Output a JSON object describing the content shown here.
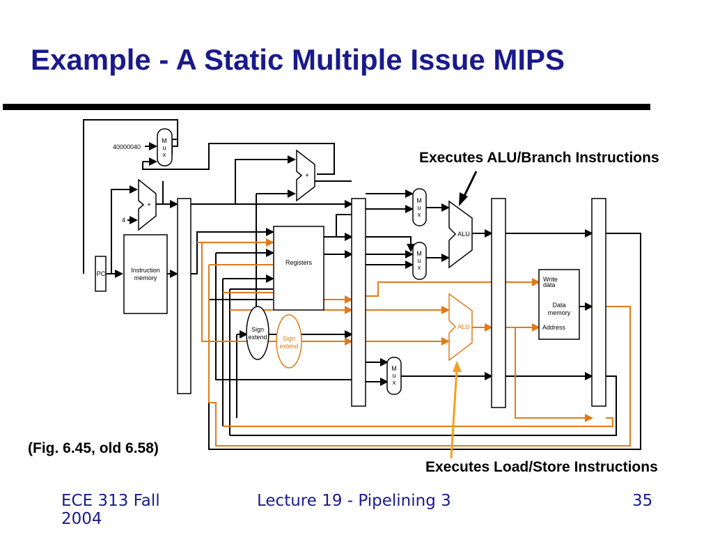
{
  "slide": {
    "title": "Example - A Static Multiple Issue MIPS",
    "caption": "(Fig. 6.45, old 6.58)",
    "callout_alu_branch": "Executes ALU/Branch Instructions",
    "callout_load_store": "Executes Load/Store Instructions"
  },
  "footer": {
    "left_line1": "ECE 313 Fall",
    "left_line2": "2004",
    "center": "Lecture 19 - Pipelining 3",
    "page_number": "35"
  },
  "diagram": {
    "const_40000040": "40000040",
    "const_4": "4",
    "pc": "PC",
    "instruction_memory_line1": "Instruction",
    "instruction_memory_line2": "memory",
    "registers": "Registers",
    "sign_extend_line1": "Sign",
    "sign_extend_line2": "extend",
    "mux_m": "M",
    "mux_u": "u",
    "mux_x": "x",
    "adder_plus": "+",
    "alu": "ALU",
    "write_data_line1": "Write",
    "write_data_line2": "data",
    "data_memory_line1": "Data",
    "data_memory_line2": "memory",
    "address": "Address"
  },
  "colors": {
    "title": "#1a1a8c",
    "load_store_path": "#e07b1a",
    "wires": "#000000",
    "arrow_highlight": "#f0a020"
  }
}
